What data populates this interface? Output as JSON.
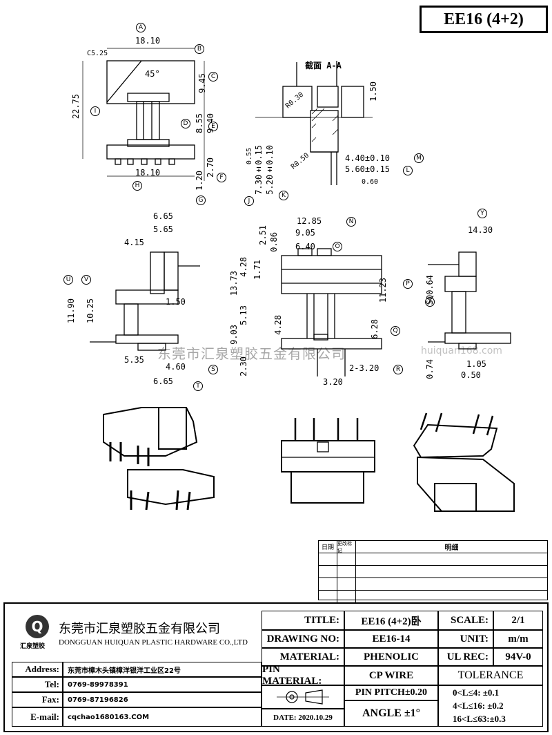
{
  "header": {
    "model_title": "EE16 (4+2)"
  },
  "views": {
    "section_label": "截面 A-A",
    "top_left": {
      "dims": [
        "18.10",
        "C5.25",
        "45°",
        "9.45",
        "22.75",
        "8.55",
        "9.40",
        "18.10",
        "1.20",
        "2.70"
      ],
      "markers": [
        "A",
        "B",
        "C",
        "D",
        "I",
        "E",
        "F",
        "G",
        "H"
      ]
    },
    "top_right": {
      "dims": [
        "1.50",
        "R0.30",
        "0.55",
        "7.30±0.15",
        "5.20±0.10",
        "R0.50",
        "4.40±0.10",
        "5.60±0.15",
        "0.60"
      ],
      "markers": [
        "J",
        "K",
        "M",
        "L"
      ]
    },
    "mid_left": {
      "dims": [
        "6.65",
        "5.65",
        "4.15",
        "11.90",
        "10.25",
        "1.50",
        "5.35",
        "4.60",
        "6.65"
      ],
      "markers": [
        "U",
        "V",
        "S",
        "T"
      ]
    },
    "mid_center": {
      "dims": [
        "12.85",
        "9.05",
        "2.51",
        "0.86",
        "6.40",
        "4.28",
        "1.71",
        "13.73",
        "11.23",
        "5.13",
        "9.03",
        "4.28",
        "6.28",
        "2.30",
        "2-3.20",
        "3.20"
      ],
      "markers": [
        "N",
        "O",
        "P",
        "Q",
        "R"
      ]
    },
    "mid_right": {
      "dims": [
        "14.30",
        "SQ0.64",
        "0.74",
        "1.05",
        "0.50"
      ],
      "markers": [
        "Y",
        "X"
      ]
    }
  },
  "watermark": {
    "text": "东莞市汇泉塑胶五金有限公司",
    "url": "huiquan168.com"
  },
  "revision_table": {
    "date_label": "日期",
    "sign_label": "更改标记",
    "detail_label": "明细",
    "rows": 4
  },
  "company": {
    "name_cn": "东莞市汇泉塑胶五金有限公司",
    "name_en": "DONGGUAN HUIQUAN PLASTIC HARDWARE CO.,LTD",
    "logo_text": "汇泉塑胶",
    "logo_letter": "Q",
    "address_label": "Address:",
    "address": "东莞市樟木头镇樟洋银洋工业区22号",
    "tel_label": "Tel:",
    "tel": "0769-89978391",
    "fax_label": "Fax:",
    "fax": "0769-87196826",
    "email_label": "E-mail:",
    "email": "cqchao1680163.COM"
  },
  "title_block": {
    "title_label": "TITLE:",
    "title": "EE16 (4+2)卧",
    "scale_label": "SCALE:",
    "scale": "2/1",
    "drawing_label": "DRAWING NO:",
    "drawing": "EE16-14",
    "unit_label": "UNIT:",
    "unit": "m/m",
    "material_label": "MATERIAL:",
    "material": "PHENOLIC",
    "ul_label": "UL REC:",
    "ul": "94V-0",
    "pin_material_label": "PIN MATERIAL:",
    "pin_material": "CP WIRE",
    "tolerance_label": "TOLERANCE",
    "pin_pitch": "PIN PITCH±0.20",
    "angle": "ANGLE ±1°",
    "date": "DATE: 2020.10.29",
    "tol1": "0<L≤4:  ±0.1",
    "tol2": "4<L≤16: ±0.2",
    "tol3": "16<L≤63:±0.3"
  }
}
